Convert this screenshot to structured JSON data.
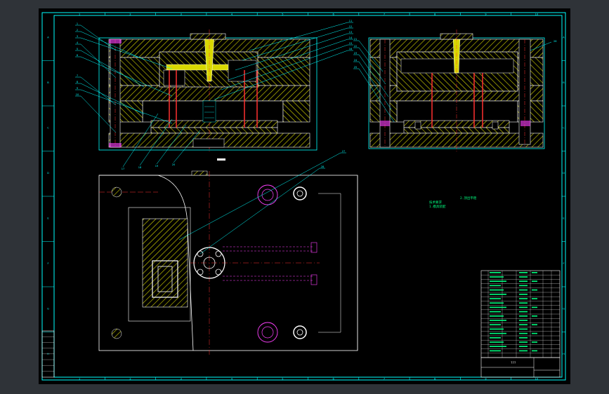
{
  "drawing": {
    "border_numbers_top": [
      "1",
      "2",
      "3",
      "4",
      "5",
      "6",
      "7",
      "8",
      "9",
      "10"
    ],
    "border_numbers_bottom": [
      "1",
      "2",
      "3",
      "4",
      "5",
      "6",
      "7",
      "8",
      "9",
      "10"
    ],
    "border_letters_right": [
      "A",
      "B",
      "C",
      "D",
      "E",
      "F",
      "G",
      "H"
    ],
    "border_letters_left": [
      "A",
      "B",
      "C",
      "D",
      "E",
      "F",
      "G",
      "H"
    ],
    "tech_notes": [
      "技术要求",
      "1.模具装配",
      "2.顶出平稳"
    ],
    "title_block_name": "???"
  },
  "balloons": {
    "front_left": [
      "1",
      "2",
      "3",
      "4",
      "5",
      "6",
      "7",
      "8",
      "9",
      "10"
    ],
    "front_right": [
      "11",
      "12",
      "13",
      "14",
      "15",
      "16"
    ],
    "front_bottom": [
      "17",
      "18",
      "19",
      "20"
    ],
    "side_left": [
      "21",
      "22",
      "23",
      "24",
      "25"
    ],
    "side_right": [
      "26"
    ],
    "plan": [
      "27",
      "28"
    ]
  },
  "colors": {
    "frame": "#00ffff",
    "hatch": "#d8d800",
    "red": "#ff3030",
    "magenta": "#ff40ff",
    "white": "#ffffff"
  }
}
